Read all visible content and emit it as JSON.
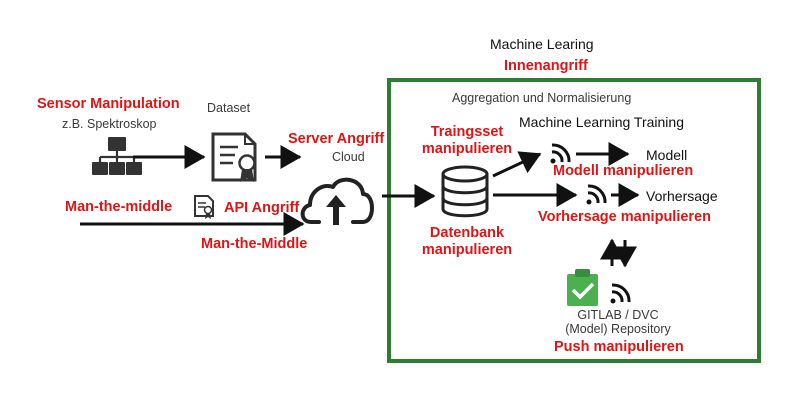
{
  "title": "Machine Learing",
  "colors": {
    "accent": "#e01414",
    "frame": "#2f7d32",
    "icon": "#333333",
    "arrow": "#111111",
    "checkmark": "#4caf50"
  },
  "labels": {
    "innenangriff": "Innenangriff",
    "aggregation": "Aggregation und Normalisierung",
    "sensor_manipulation": "Sensor Manipulation",
    "sensor_example": "z.B. Spektroskop",
    "dataset": "Dataset",
    "server_angriff": "Server Angriff",
    "cloud": "Cloud",
    "mitm_lower": "Man-the-middle",
    "api_angriff": "API Angriff",
    "mitm_upper": "Man-the-Middle",
    "trainingsset_line1": "Traingsset",
    "trainingsset_line2": "manipulieren",
    "ml_training": "Machine Learning Training",
    "modell": "Modell",
    "modell_manip": "Modell manipulieren",
    "vorhersage": "Vorhersage",
    "vorhersage_manip": "Vorhersage manipulieren",
    "datenbank_line1": "Datenbank",
    "datenbank_line2": "manipulieren",
    "repo_line1": "GITLAB / DVC",
    "repo_line2": "(Model) Repository",
    "push_manip": "Push manipulieren"
  },
  "icons": {
    "sensor": "network-hierarchy-icon",
    "dataset": "certificate-document-icon",
    "api": "certificate-document-icon",
    "cloud": "cloud-upload-icon",
    "database": "database-icon",
    "ml_signal": "signal-icon",
    "repository": "clipboard-check-icon"
  }
}
